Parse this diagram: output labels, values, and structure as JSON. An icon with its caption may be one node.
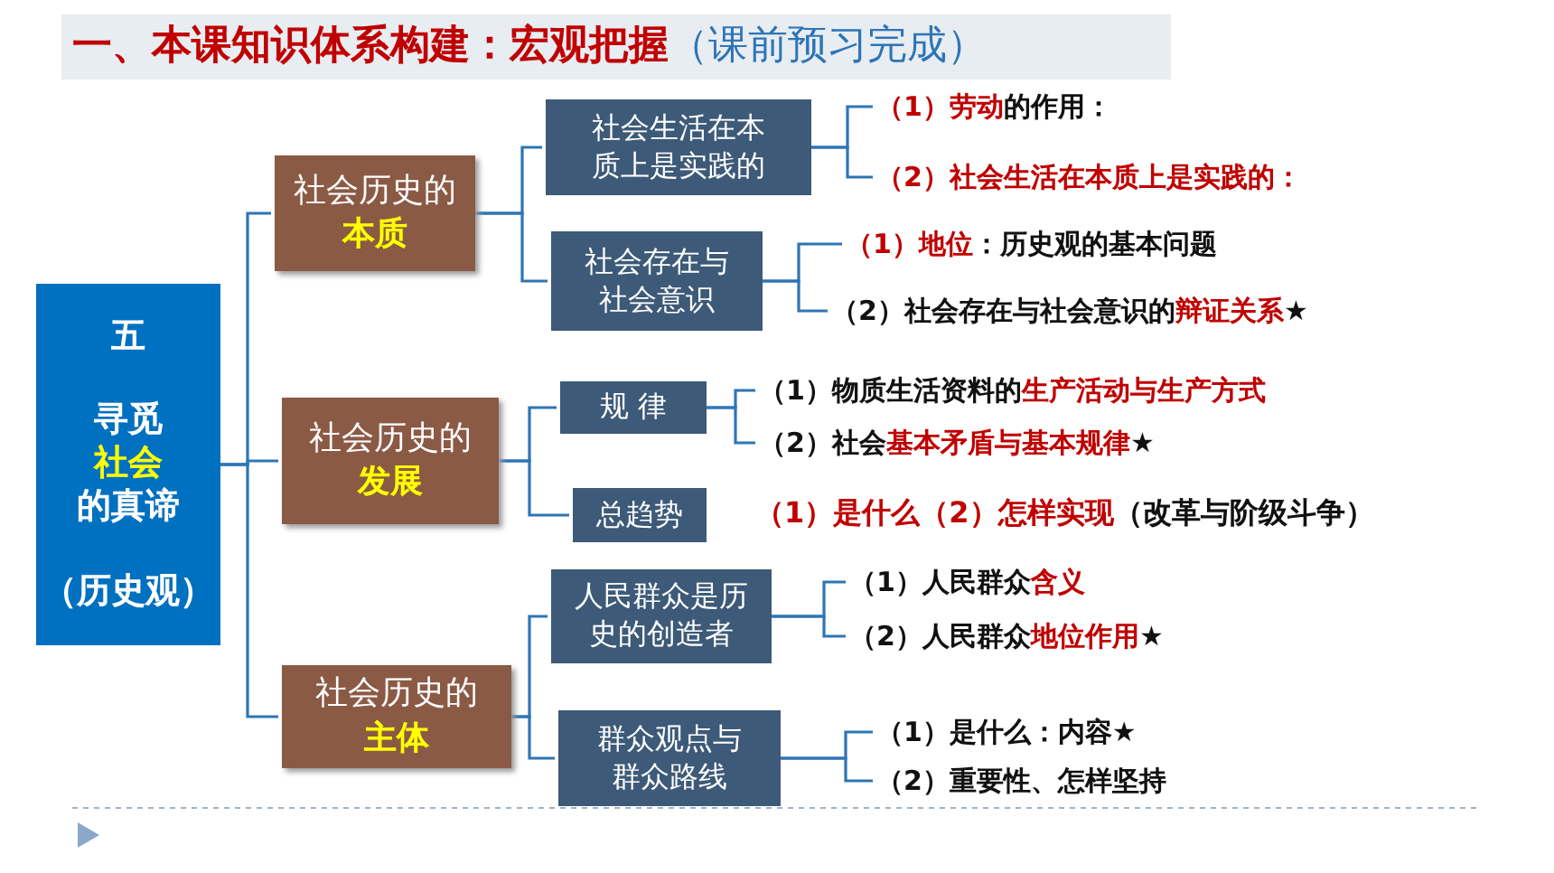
{
  "diagram": {
    "title": "**一、本课知识体系构建：宏观把握**（课前预习完成）",
    "nodes": [
      {
        "text": [
          "五",
          "寻觅**社会**的真谛",
          "（历史观）"
        ]
      },
      {
        "text": [
          "社会历史的",
          "本质"
        ]
      },
      {
        "text": [
          "社会生活在本质上是实践的"
        ]
      },
      {
        "text": [
          "社会存在与社会意识"
        ]
      },
      {
        "text": [
          "**（1）劳动**的作用："
        ]
      },
      {
        "text": [
          "**（2）社会生活在本质上是实践的：**"
        ]
      },
      {
        "text": [
          "**（1）地位**：历史观的基本问题"
        ]
      },
      {
        "text": [
          "（2）社会存在与社会意识的**辩证关系**★"
        ]
      },
      {
        "text": [
          "社会历史的",
          "发展"
        ]
      },
      {
        "text": [
          "规 律"
        ]
      },
      {
        "text": [
          "总趋势"
        ]
      },
      {
        "text": [
          "（1）物质生活资料的**生产活动与生产方式**"
        ]
      },
      {
        "text": [
          "（2）社会**基本矛盾与基本规律**★"
        ]
      },
      {
        "text": [
          "社会历史的",
          "主体"
        ]
      },
      {
        "text": [
          "人民群众是历史的创造者"
        ]
      },
      {
        "text": [
          "群众观点与群众路线"
        ]
      },
      {
        "text": [
          "（1）人民群众**含义**"
        ]
      },
      {
        "text": [
          "（2）人民群众**地位作用**★"
        ]
      },
      {
        "text": [
          "（1）是什么：内容★"
        ]
      },
      {
        "text": [
          "（2）重要性、怎样坚持"
        ]
      }
    ],
    "edges": [
      {
        "from": 0,
        "to": 1,
        "arrow": "none"
      },
      {
        "from": 0,
        "to": 8,
        "arrow": "none"
      },
      {
        "from": 0,
        "to": 13,
        "arrow": "none"
      },
      {
        "from": 1,
        "to": 2,
        "arrow": "none"
      },
      {
        "from": 1,
        "to": 3,
        "arrow": "none"
      },
      {
        "from": 2,
        "to": 4,
        "arrow": "none"
      },
      {
        "from": 2,
        "to": 5,
        "arrow": "none"
      },
      {
        "from": 3,
        "to": 6,
        "arrow": "none"
      },
      {
        "from": 3,
        "to": 7,
        "arrow": "none"
      },
      {
        "from": 8,
        "to": 9,
        "arrow": "none"
      },
      {
        "from": 8,
        "to": 10,
        "arrow": "none"
      },
      {
        "from": 9,
        "to": 11,
        "arrow": "none"
      },
      {
        "from": 9,
        "to": 12,
        "arrow": "none"
      },
      {
        "from": 13,
        "to": 14,
        "arrow": "none"
      },
      {
        "from": 13,
        "to": 15,
        "arrow": "none"
      },
      {
        "from": 14,
        "to": 16,
        "arrow": "none"
      },
      {
        "from": 14,
        "to": 17,
        "arrow": "none"
      },
      {
        "from": 15,
        "to": 18,
        "arrow": "none"
      },
      {
        "from": 15,
        "to": 19,
        "arrow": "none"
      }
    ],
    "labels": [
      "**（1）是什么（2）怎样实现**（改革与阶级斗争）"
    ]
  }
}
